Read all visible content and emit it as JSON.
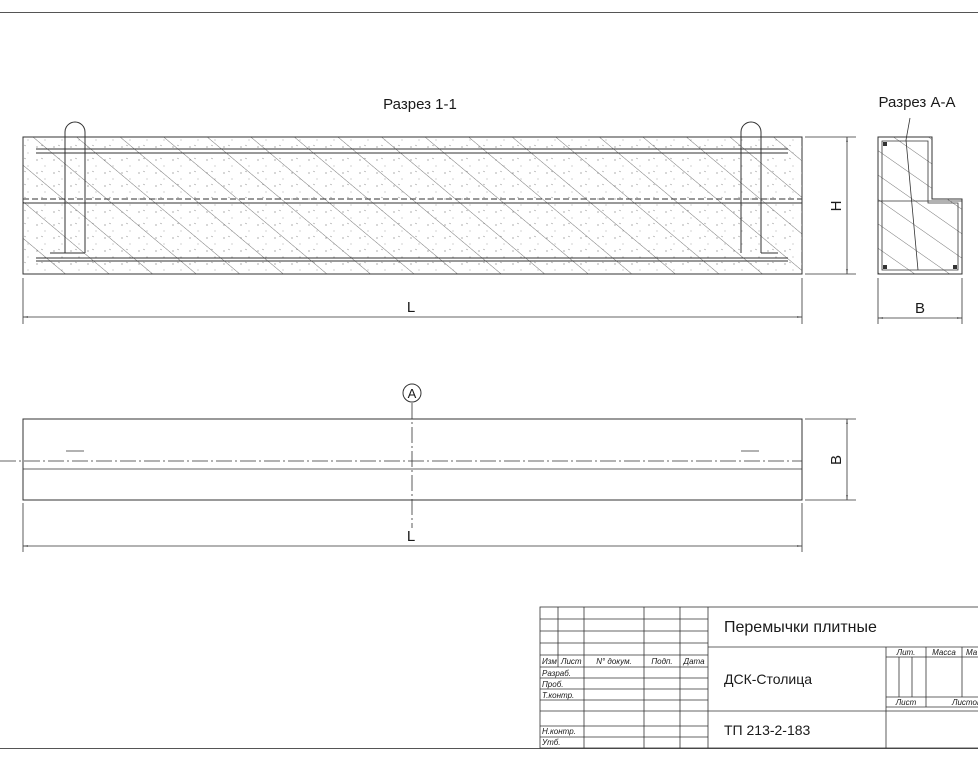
{
  "section_1_1": {
    "title": "Разрез 1-1",
    "dim_length": "L",
    "dim_height": "H"
  },
  "section_a_a": {
    "title": "Разрез А-А",
    "dim_width": "B"
  },
  "plan_view": {
    "axis_marker": "A",
    "dim_length": "L",
    "dim_width": "B"
  },
  "title_block": {
    "headers": {
      "izm": "Изм",
      "list": "Лист",
      "doc_no": "N° докум.",
      "sign": "Подп.",
      "date": "Дата"
    },
    "roles": {
      "developer": "Разраб.",
      "checked": "Проб.",
      "tech_control": "Т.контр.",
      "norm_control": "Н.контр.",
      "approved": "Утб."
    },
    "drawing_title": "Перемычки плитные",
    "organization": "ДСК-Столица",
    "project_code": "ТП 213-2-183",
    "lit_header": "Лит.",
    "mass_header": "Масса",
    "scale_header": "Ма",
    "sheet_label": "Лист",
    "sheets_label": "Листов"
  },
  "colors": {
    "line": "#3a3a3a",
    "hatch": "#555555",
    "background": "#ffffff"
  }
}
